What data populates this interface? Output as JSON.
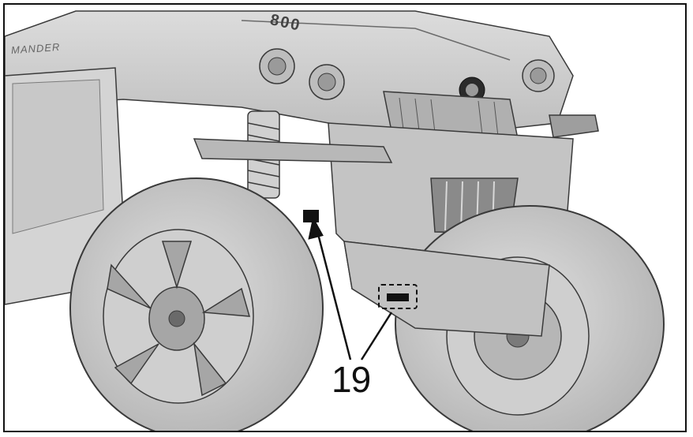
{
  "callout_label": "19",
  "vehicle_model_text": "800",
  "vehicle_brand_text": "MANDER",
  "colors": {
    "body": "#cfcfcf",
    "shadow": "#a9a9a9",
    "dark": "#5a5a5a",
    "line": "#3a3a3a"
  }
}
